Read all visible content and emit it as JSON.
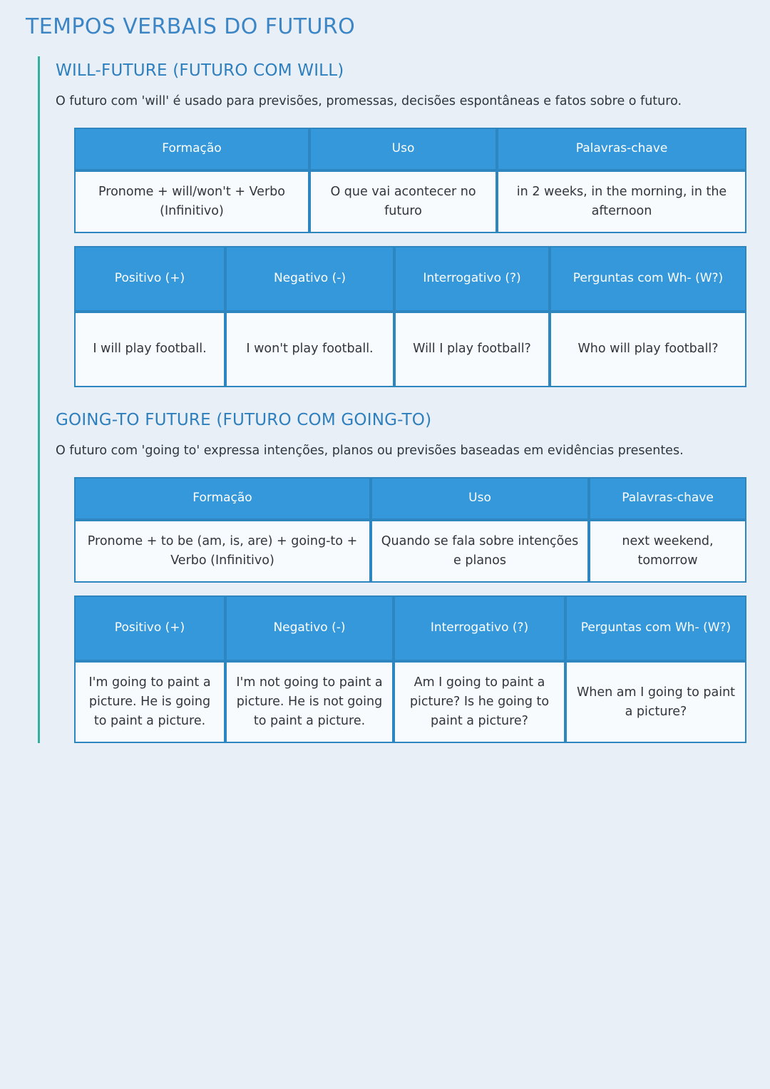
{
  "document": {
    "title": "TEMPOS VERBAIS DO FUTURO"
  },
  "colors": {
    "page_background": "#e9eff7",
    "title_blue": "#3c86c5",
    "heading_blue": "#2e7fbd",
    "table_header_blue": "#3498db",
    "table_border_blue": "#2e86c1",
    "cell_background": "#f8fbfd",
    "accent_rail_teal": "#35b0a0",
    "body_text": "#30363c"
  },
  "sections": [
    {
      "heading": "WILL-FUTURE (FUTURO COM WILL)",
      "description": "O futuro com 'will' é usado para previsões, promessas, decisões espontâneas e fatos sobre o futuro.",
      "formation_table": {
        "headers": [
          "Formação",
          "Uso",
          "Palavras-chave"
        ],
        "rows": [
          [
            "Pronome + will/won't + Verbo (Infinitivo)",
            "O que vai acontecer no futuro",
            "in 2 weeks, in the morning, in the afternoon"
          ]
        ]
      },
      "forms_table": {
        "headers": [
          "Positivo (+)",
          "Negativo (-)",
          "Interrogativo (?)",
          "Perguntas com Wh- (W?)"
        ],
        "rows": [
          [
            "I will play football.",
            "I won't play football.",
            "Will I play football?",
            "Who will play football?"
          ]
        ]
      }
    },
    {
      "heading": "GOING-TO FUTURE (FUTURO COM GOING-TO)",
      "description": "O futuro com 'going to' expressa intenções, planos ou previsões baseadas em evidências presentes.",
      "formation_table": {
        "headers": [
          "Formação",
          "Uso",
          "Palavras-chave"
        ],
        "rows": [
          [
            "Pronome + to be (am, is, are) + going-to + Verbo (Infinitivo)",
            "Quando se fala sobre intenções e planos",
            "next weekend, tomorrow"
          ]
        ]
      },
      "forms_table": {
        "headers": [
          "Positivo (+)",
          "Negativo (-)",
          "Interrogativo (?)",
          "Perguntas com Wh- (W?)"
        ],
        "rows": [
          [
            "I'm going to paint a picture. He is going to paint a picture.",
            "I'm not going to paint a picture. He is not going to paint a picture.",
            "Am I going to paint a picture? Is he going to paint a picture?",
            "When am I going to paint a picture?"
          ]
        ]
      }
    }
  ]
}
